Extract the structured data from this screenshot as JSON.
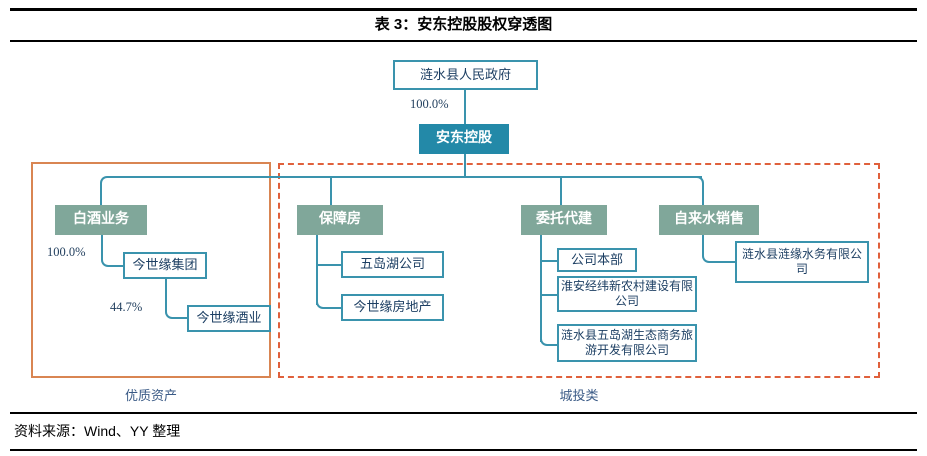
{
  "header": {
    "title": "表 3：安东控股股权穿透图"
  },
  "footer": {
    "source": "资料来源：Wind、YY 整理"
  },
  "colors": {
    "teal_fill": "#2389a8",
    "green_fill": "#80a79a",
    "node_border": "#3a93ad",
    "group_solid_border": "#d98552",
    "group_dashed_border": "#e0603c",
    "caption_text": "#3a5a86",
    "rule": "#000000"
  },
  "chart_data": {
    "type": "diagram",
    "title": "表 3：安东控股股权穿透图",
    "groups": [
      {
        "id": "quality-assets",
        "caption": "优质资产",
        "border": "solid"
      },
      {
        "id": "urban-investment",
        "caption": "城投类",
        "border": "dashed"
      }
    ],
    "nodes": [
      {
        "id": "gov",
        "label": "涟水县人民政府",
        "style": "outline"
      },
      {
        "id": "andong",
        "label": "安东控股",
        "style": "teal"
      },
      {
        "id": "baijiu",
        "label": "白酒业务",
        "style": "green"
      },
      {
        "id": "jsy-group",
        "label": "今世缘集团",
        "style": "outline"
      },
      {
        "id": "jsy-liquor",
        "label": "今世缘酒业",
        "style": "outline"
      },
      {
        "id": "baozhangfang",
        "label": "保障房",
        "style": "green"
      },
      {
        "id": "wudaohu",
        "label": "五岛湖公司",
        "style": "outline"
      },
      {
        "id": "jsy-realestate",
        "label": "今世缘房地产",
        "style": "outline"
      },
      {
        "id": "weituodaijian",
        "label": "委托代建",
        "style": "green"
      },
      {
        "id": "headquarters",
        "label": "公司本部",
        "style": "outline"
      },
      {
        "id": "huaian-jingwei",
        "label": "淮安经纬新农村建设有限公司",
        "style": "outline"
      },
      {
        "id": "lianshui-wudaohu",
        "label": "涟水县五岛湖生态商务旅游开发有限公司",
        "style": "outline"
      },
      {
        "id": "water-sales",
        "label": "自来水销售",
        "style": "green"
      },
      {
        "id": "lianying-water",
        "label": "涟水县涟缘水务有限公司",
        "style": "outline"
      }
    ],
    "edges": [
      {
        "from": "gov",
        "to": "andong",
        "label": "100.0%"
      },
      {
        "from": "andong",
        "to": "baijiu",
        "label": ""
      },
      {
        "from": "baijiu",
        "to": "jsy-group",
        "label": "100.0%"
      },
      {
        "from": "jsy-group",
        "to": "jsy-liquor",
        "label": "44.7%"
      },
      {
        "from": "andong",
        "to": "baozhangfang",
        "label": ""
      },
      {
        "from": "baozhangfang",
        "to": "wudaohu",
        "label": ""
      },
      {
        "from": "baozhangfang",
        "to": "jsy-realestate",
        "label": ""
      },
      {
        "from": "andong",
        "to": "weituodaijian",
        "label": ""
      },
      {
        "from": "weituodaijian",
        "to": "headquarters",
        "label": ""
      },
      {
        "from": "weituodaijian",
        "to": "huaian-jingwei",
        "label": ""
      },
      {
        "from": "weituodaijian",
        "to": "lianshui-wudaohu",
        "label": ""
      },
      {
        "from": "andong",
        "to": "water-sales",
        "label": ""
      },
      {
        "from": "water-sales",
        "to": "lianying-water",
        "label": ""
      }
    ],
    "edge_labels": [
      "100.0%",
      "100.0%",
      "44.7%"
    ]
  }
}
